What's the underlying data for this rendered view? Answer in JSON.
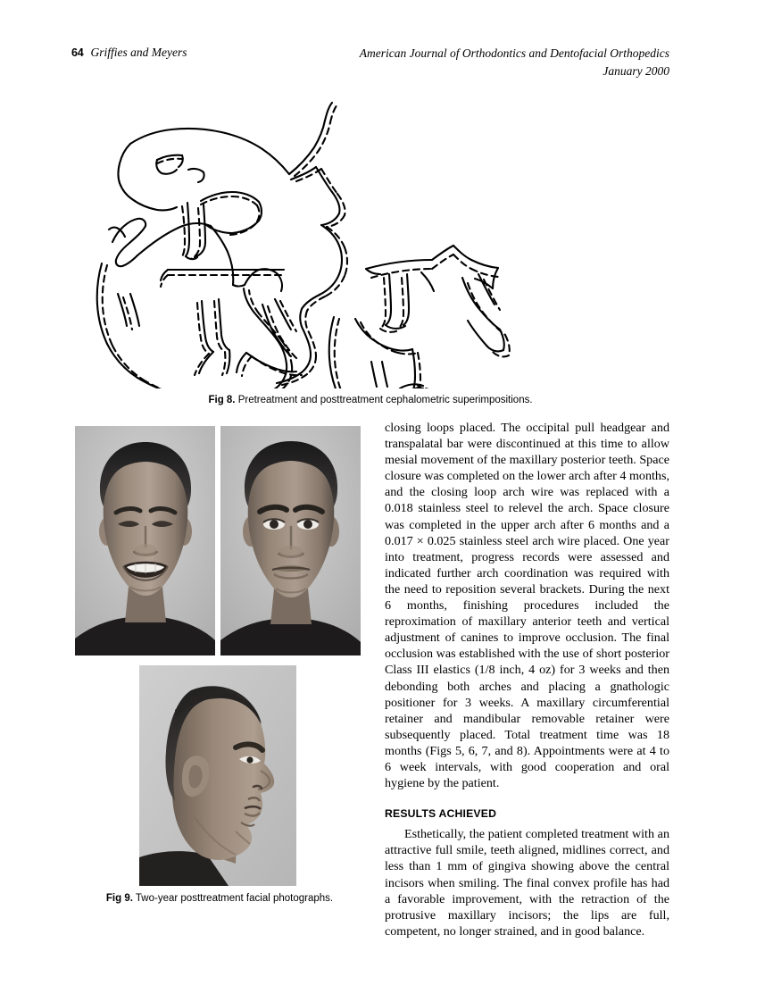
{
  "page": {
    "number": "64",
    "background_color": "#ffffff",
    "text_color": "#000000"
  },
  "running_head": {
    "page_number": "64",
    "authors": "Griffies and Meyers",
    "journal": "American Journal of Orthodontics and Dentofacial Orthopedics",
    "issue": "January 2000"
  },
  "figures": {
    "fig8": {
      "label": "Fig 8.",
      "caption": "Pretreatment and posttreatment cephalometric superimpositions.",
      "alt": "Line-drawing cephalometric tracing superimposition: solid lines show pretreatment outlines and dashed lines show posttreatment outlines of the cranial base, maxilla, mandible, incisors, and molars, shown as a whole-skull superimposition on the left and separate maxillary and mandibular regional superimpositions on the right."
    },
    "fig9": {
      "label": "Fig 9.",
      "caption": "Two-year posttreatment facial photographs.",
      "photos": [
        {
          "name": "frontal-smiling",
          "alt": "Black and white frontal facial photograph of a young man smiling, showing aligned teeth and a full smile."
        },
        {
          "name": "frontal-repose",
          "alt": "Black and white frontal facial photograph of the same young man with lips in repose."
        },
        {
          "name": "lateral-profile",
          "alt": "Black and white right lateral profile photograph of the same young man showing a convex facial profile with competent lips."
        }
      ]
    }
  },
  "body": {
    "paragraphs": [
      "closing loops placed. The occipital pull headgear and transpalatal bar were discontinued at this time to allow mesial movement of the maxillary posterior teeth. Space closure was completed on the lower arch after 4 months, and the closing loop arch wire was replaced with a 0.018 stainless steel to relevel the arch. Space closure was completed in the upper arch after 6 months and a 0.017 × 0.025 stainless steel arch wire placed. One year into treatment, progress records were assessed and indicated further arch coordination was required with the need to reposition several brackets. During the next 6 months, finishing procedures included the reproximation of maxillary anterior teeth and vertical adjustment of canines to improve occlusion. The final occlusion was established with the use of short posterior Class III elastics (1/8 inch, 4 oz) for 3 weeks and then debonding both arches and placing a gnathologic positioner for 3 weeks. A maxillary circumferential retainer and mandibular removable retainer were subsequently placed. Total treatment time was 18 months (Figs 5, 6, 7, and 8). Appointments were at 4 to 6 week intervals, with good cooperation and oral hygiene by the patient."
    ],
    "section_heading": "RESULTS ACHIEVED",
    "section_paragraphs": [
      "Esthetically, the patient completed treatment with an attractive full smile, teeth aligned, midlines correct, and less than 1 mm of gingiva showing above the central incisors when smiling. The final convex profile has had a favorable improvement, with the retraction of the protrusive maxillary incisors; the lips are full, competent, no longer strained, and in good balance."
    ]
  }
}
